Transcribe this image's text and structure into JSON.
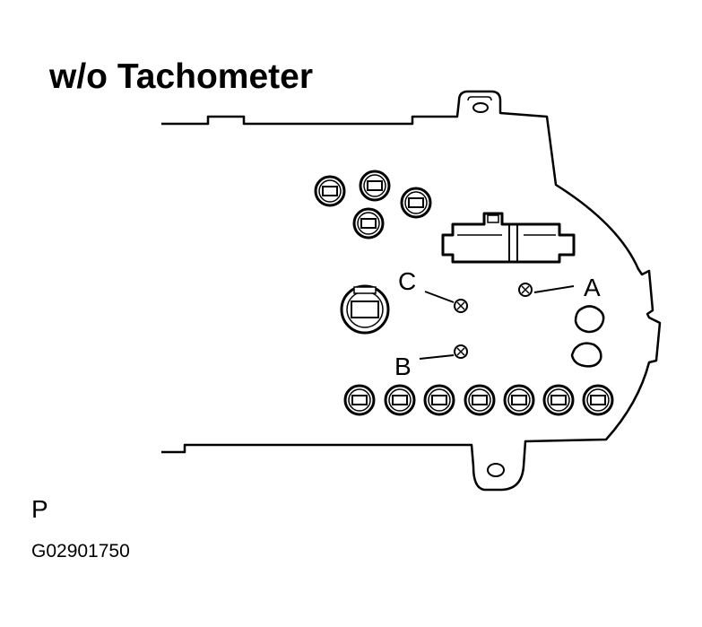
{
  "title": "w/o Tachometer",
  "labels": {
    "a": "A",
    "b": "B",
    "c": "C"
  },
  "side_letter": "P",
  "figure_code": "G02901750"
}
